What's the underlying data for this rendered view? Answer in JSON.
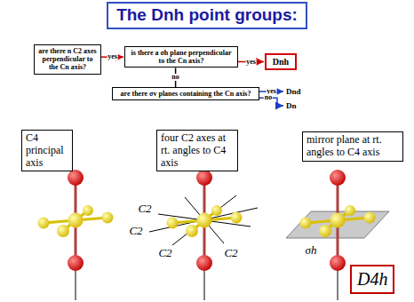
{
  "diagram": {
    "title": "The Dnh point groups:",
    "nodes": [
      {
        "text": [
          "are there n C2 axes perpendicular to the Cn axis?"
        ]
      },
      {
        "text": [
          "is there a σh plane perpendicular to the Cn axis?"
        ]
      },
      {
        "text": [
          "Dnh"
        ]
      },
      {
        "text": [
          "are there σv planes containing the Cn axis?"
        ]
      },
      {
        "text": [
          "Dnd"
        ]
      },
      {
        "text": [
          "Dn"
        ]
      },
      {
        "text": [
          "C4 principal axis"
        ]
      },
      {
        "text": [
          "four C2 axes at rt. angles to C4 axis"
        ]
      },
      {
        "text": [
          "mirror plane at rt. angles to C4 axis"
        ]
      },
      {
        "text": [
          "D4h"
        ]
      }
    ],
    "edges": [
      {
        "from": 0,
        "to": 1,
        "label": "yes",
        "arrow": "to"
      },
      {
        "from": 1,
        "to": 2,
        "label": "yes",
        "arrow": "to"
      },
      {
        "from": 1,
        "to": 3,
        "label": "no",
        "arrow": "none"
      },
      {
        "from": 3,
        "to": 4,
        "label": "yes",
        "arrow": "to"
      },
      {
        "from": 3,
        "to": 5,
        "label": "no",
        "arrow": "to"
      }
    ],
    "labels": [
      "C2",
      "C2",
      "C2",
      "C2",
      "σh"
    ]
  }
}
